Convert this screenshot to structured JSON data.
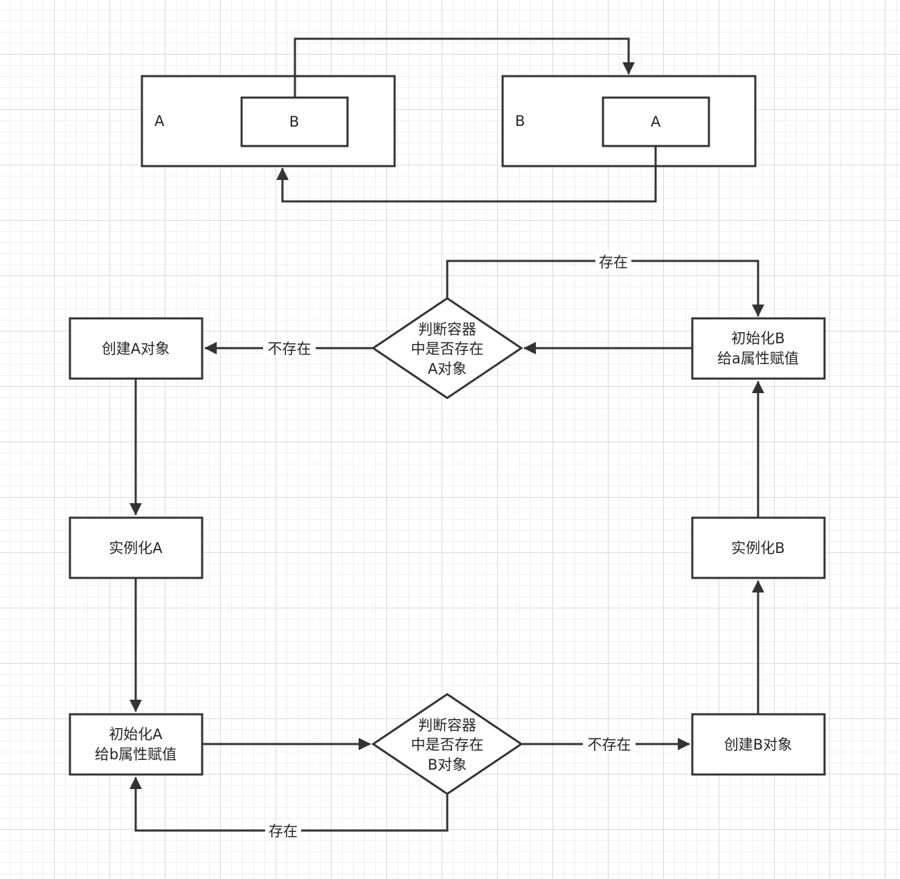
{
  "top": {
    "box_a": {
      "label": "A",
      "inner_label": "B"
    },
    "box_b": {
      "label": "B",
      "inner_label": "A"
    }
  },
  "flow": {
    "create_a": "创建A对象",
    "instantiate_a": "实例化A",
    "init_a": [
      "初始化A",
      "给b属性赋值"
    ],
    "check_b": [
      "判断容器",
      "中是否存在",
      "B对象"
    ],
    "create_b": "创建B对象",
    "instantiate_b": "实例化B",
    "init_b": [
      "初始化B",
      "给a属性赋值"
    ],
    "check_a": [
      "判断容器",
      "中是否存在",
      "A对象"
    ],
    "labels": {
      "exists_top": "存在",
      "not_exists_left": "不存在",
      "not_exists_bottom": "不存在",
      "exists_bottom": "存在"
    }
  },
  "colors": {
    "stroke": "#333333",
    "text": "#262626",
    "background": "#ffffff",
    "grid_major": "#d9d9d9",
    "grid_minor": "#efefef"
  }
}
